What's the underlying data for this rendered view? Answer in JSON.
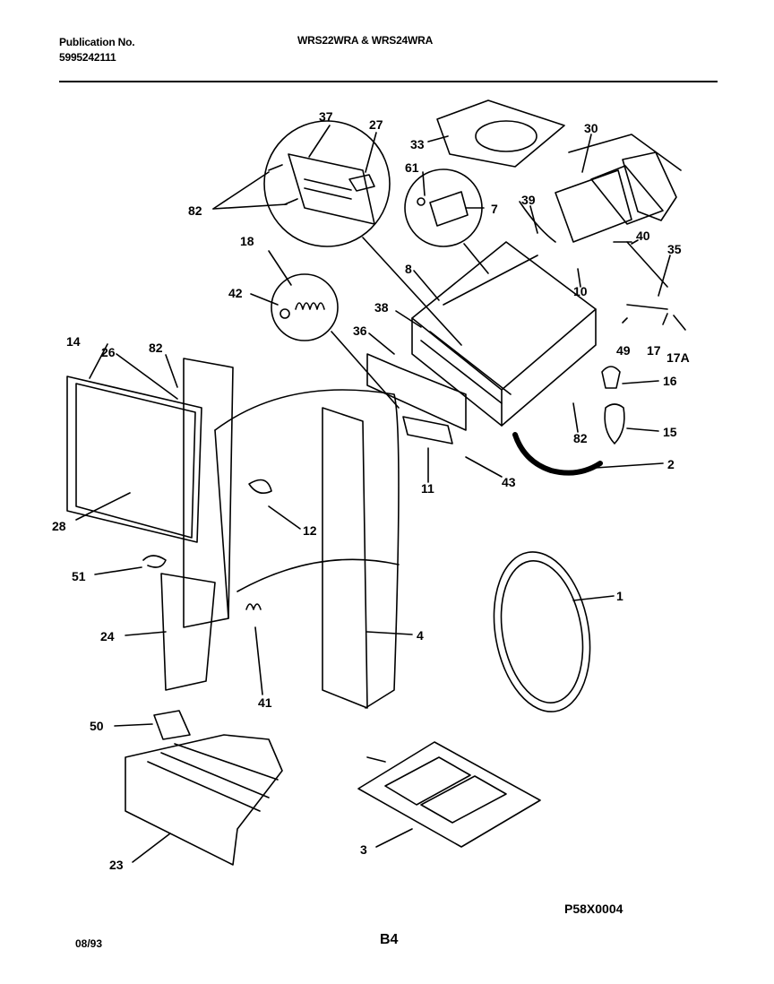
{
  "header": {
    "publication_label": "Publication No.",
    "publication_number": "5995242111",
    "models": "WRS22WRA & WRS24WRA"
  },
  "callouts": {
    "c1": "1",
    "c2": "2",
    "c3": "3",
    "c4": "4",
    "c7": "7",
    "c8": "8",
    "c10": "10",
    "c11": "11",
    "c12": "12",
    "c14": "14",
    "c15": "15",
    "c16": "16",
    "c17": "17",
    "c17A": "17A",
    "c18": "18",
    "c23": "23",
    "c24": "24",
    "c26": "26",
    "c27": "27",
    "c28": "28",
    "c30": "30",
    "c33": "33",
    "c35": "35",
    "c36": "36",
    "c37": "37",
    "c38": "38",
    "c39": "39",
    "c40": "40",
    "c41": "41",
    "c42": "42",
    "c43": "43",
    "c49": "49",
    "c50": "50",
    "c51": "51",
    "c61": "61",
    "c82a": "82",
    "c82b": "82",
    "c82c": "82"
  },
  "footer": {
    "diagram_code": "P58X0004",
    "date": "08/93",
    "page": "B4"
  }
}
